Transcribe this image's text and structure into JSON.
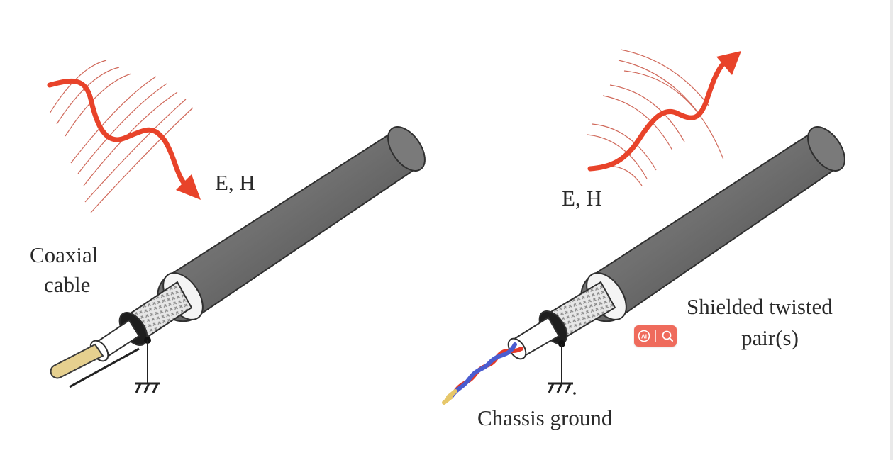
{
  "labels": {
    "field_left": "E, H",
    "field_right": "E, H",
    "coax_line1": "Coaxial",
    "coax_line2": "cable",
    "stp_line1": "Shielded twisted",
    "stp_line2": "pair(s)",
    "chassis": "Chassis ground"
  },
  "icons": {
    "ai": "ai-icon",
    "search": "search-icon"
  },
  "colors": {
    "wave": "#e8432a",
    "field_lines": "#c0392b",
    "jacket": "#6f6f6f",
    "braid": "#d4d4d4",
    "conductor": "#e6d08f",
    "twist_red": "#e23a2a",
    "twist_blue": "#4a5cd0",
    "toolbar": "#ef6b5c"
  }
}
